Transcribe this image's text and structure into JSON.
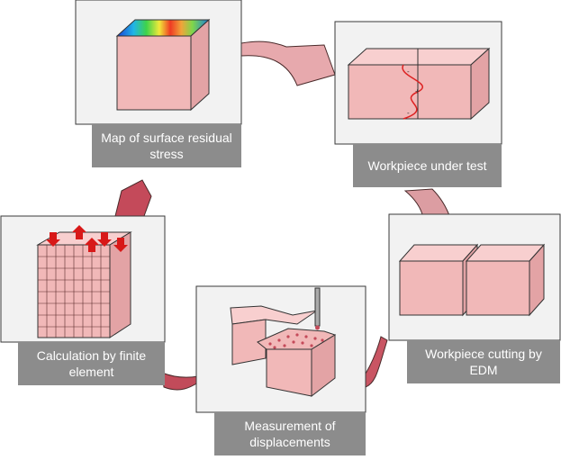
{
  "steps": [
    {
      "id": "map",
      "label": "Map of surface residual stress"
    },
    {
      "id": "workpiece",
      "label": "Workpiece under test"
    },
    {
      "id": "cutting",
      "label": "Workpiece cutting by EDM"
    },
    {
      "id": "measurement",
      "label": "Measurement of displacements"
    },
    {
      "id": "calculation",
      "label": "Calculation by finite element"
    }
  ],
  "colors": {
    "arrow_fill": "#c44a5a",
    "arrow_light": "#ecb2b4",
    "block_front": "#f1b8b8",
    "block_side": "#e3a3a5",
    "block_top": "#f8cfcf",
    "panel_bg": "#f2f2f2",
    "label_bg": "#8c8c8c",
    "stress_curve": "#dd2222"
  }
}
